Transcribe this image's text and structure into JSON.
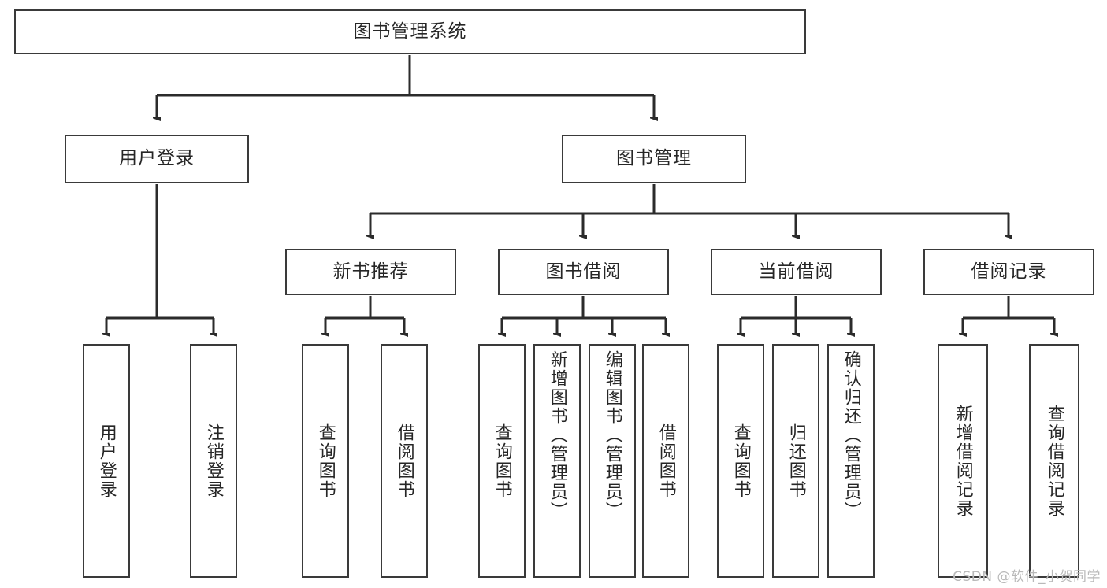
{
  "diagram": {
    "title": "图书管理系统",
    "type": "tree",
    "watermark": "CSDN @软件_小贺同学",
    "colors": {
      "box_border": "#3a3a3a",
      "box_fill": "#ffffff",
      "edge": "#2b2b2b",
      "text": "#262626",
      "watermark": "#b9b9b9",
      "background": "#ffffff"
    },
    "root": {
      "label": "图书管理系统"
    },
    "level2": [
      {
        "label": "用户登录"
      },
      {
        "label": "图书管理"
      }
    ],
    "level3": [
      {
        "label": "新书推荐"
      },
      {
        "label": "图书借阅"
      },
      {
        "label": "当前借阅"
      },
      {
        "label": "借阅记录"
      }
    ],
    "leaves": {
      "user_login": [
        {
          "label": "用户登录"
        },
        {
          "label": "注销登录"
        }
      ],
      "new_book": [
        {
          "label": "查询图书"
        },
        {
          "label": "借阅图书"
        }
      ],
      "borrow_book": [
        {
          "label": "查询图书"
        },
        {
          "label": "新增图书（管理员）"
        },
        {
          "label": "编辑图书（管理员）"
        },
        {
          "label": "借阅图书"
        }
      ],
      "current_borrow": [
        {
          "label": "查询图书"
        },
        {
          "label": "归还图书"
        },
        {
          "label": "确认归还（管理员）"
        }
      ],
      "borrow_record": [
        {
          "label": "新增借阅记录"
        },
        {
          "label": "查询借阅记录"
        }
      ]
    }
  }
}
